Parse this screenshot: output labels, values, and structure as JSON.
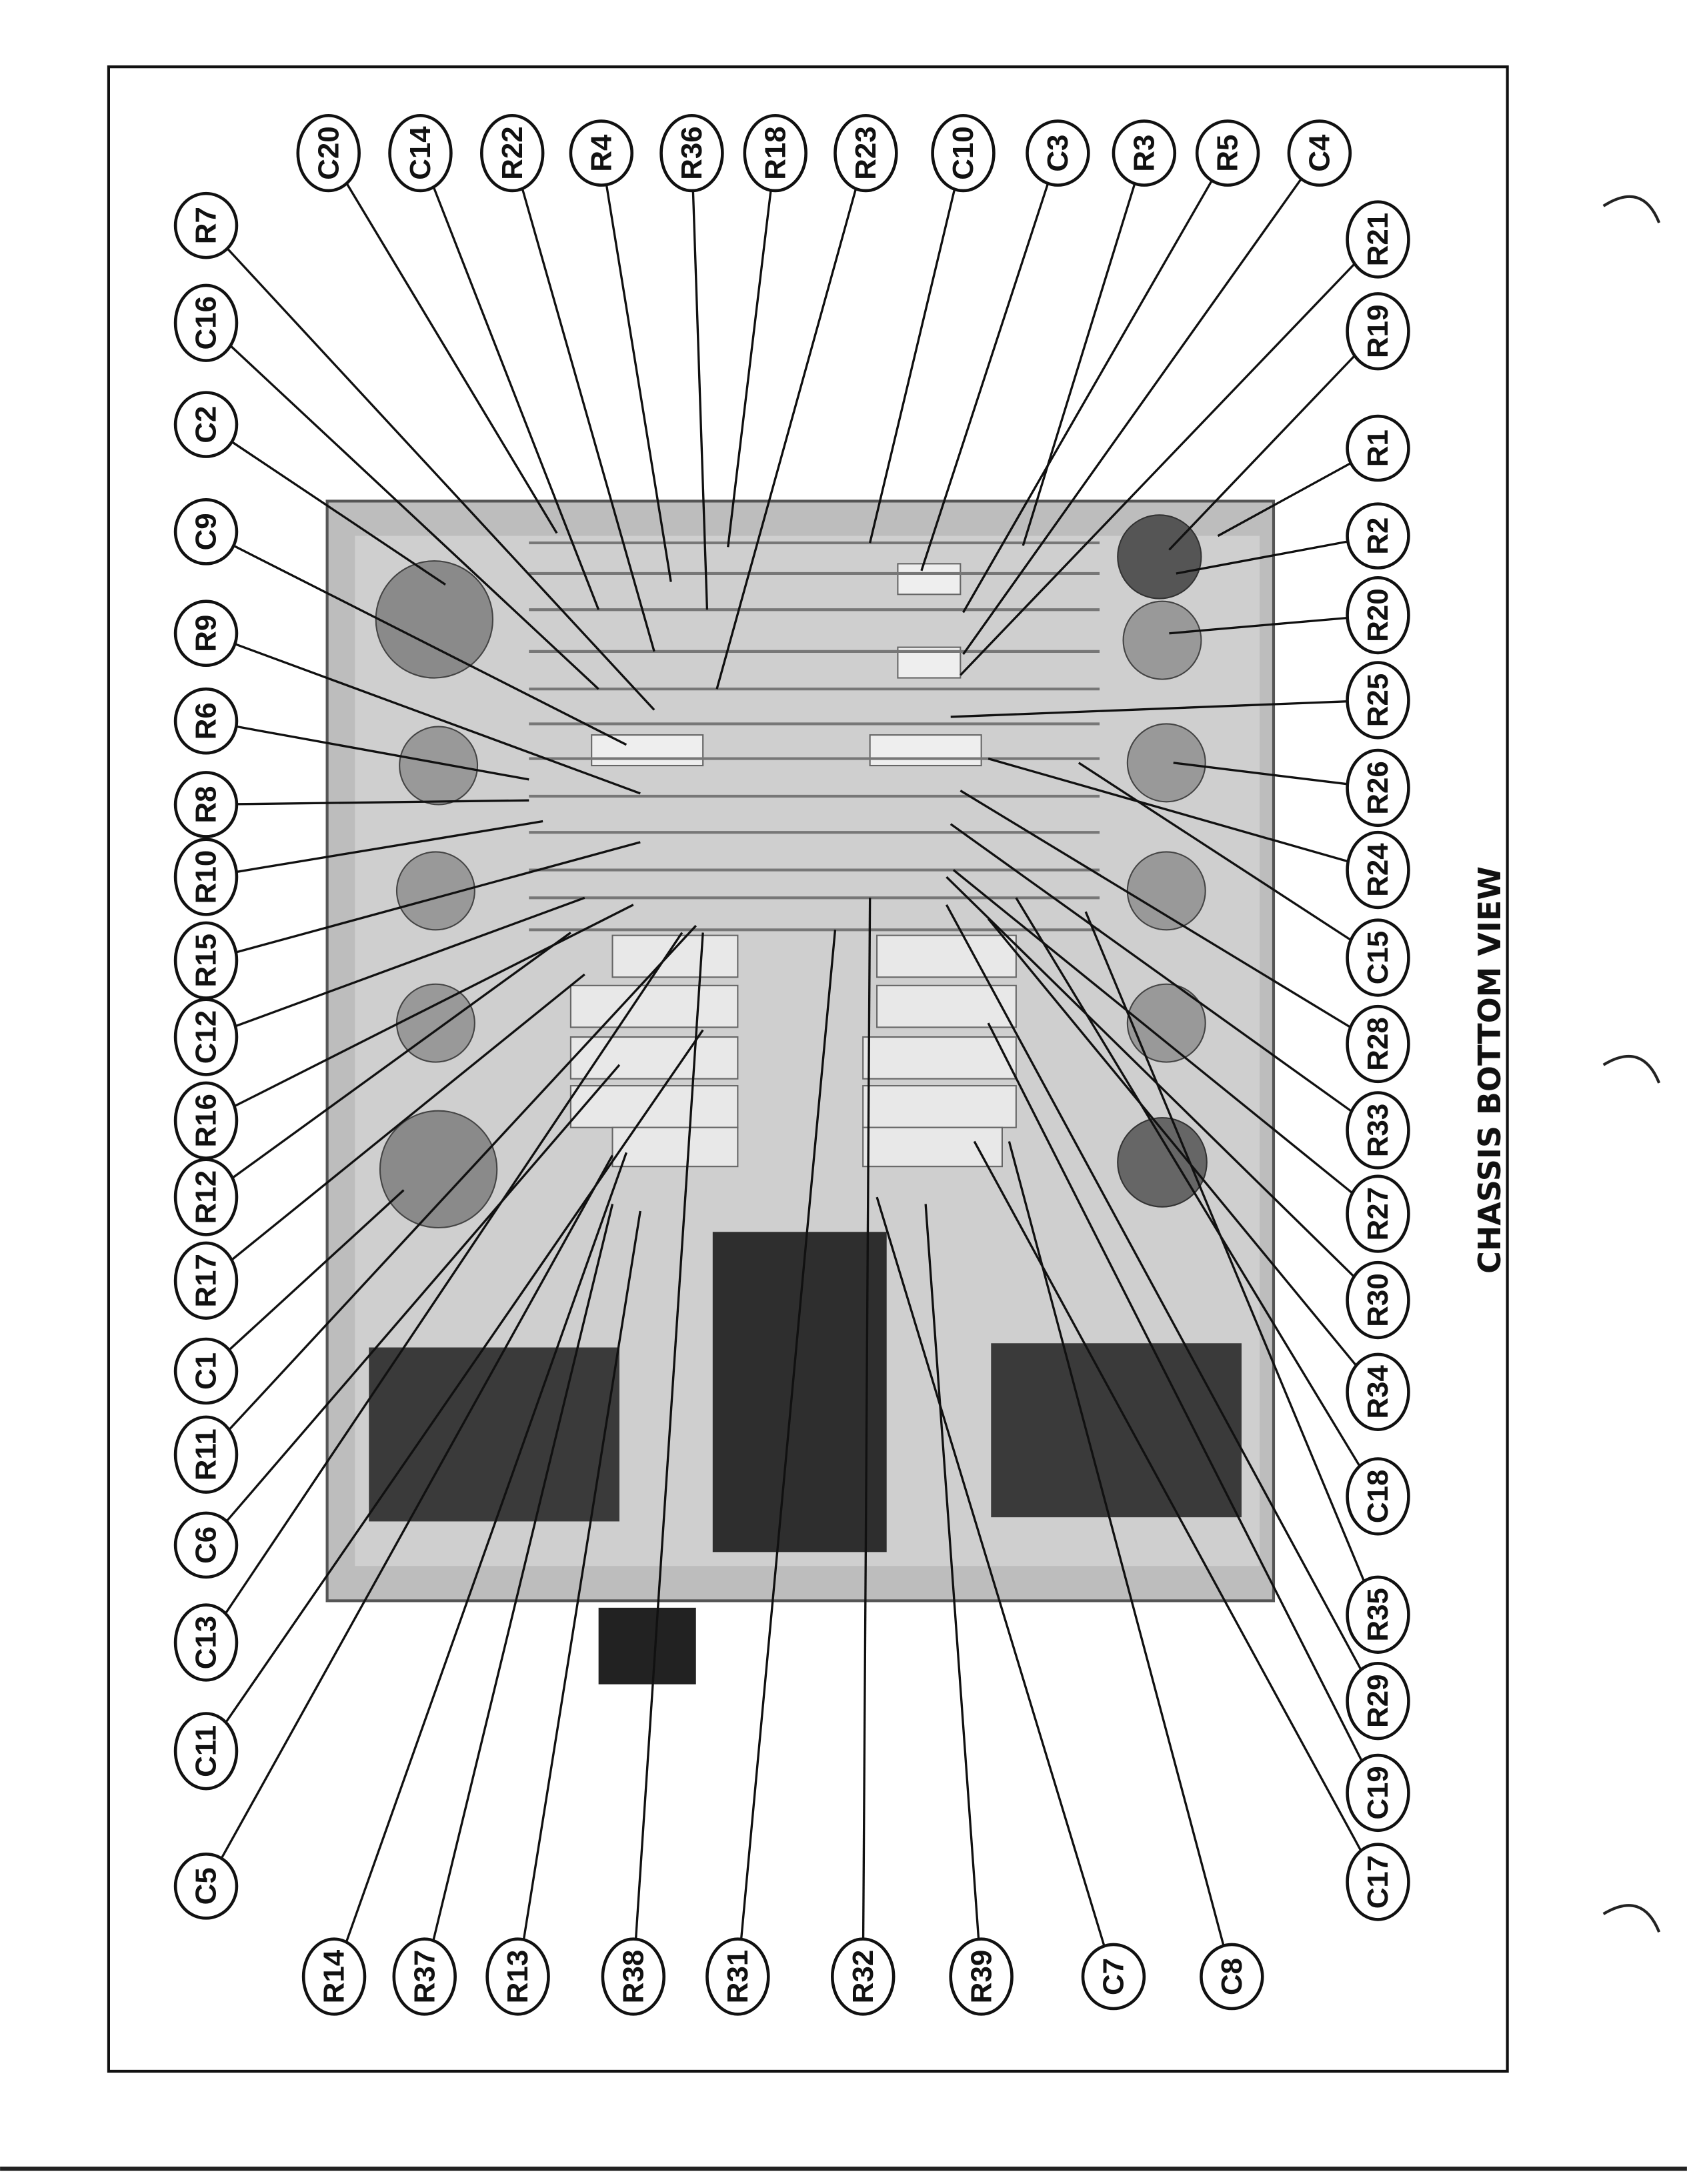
{
  "title": "CHASSIS BOTTOM VIEW",
  "callouts": {
    "top": [
      "C20",
      "C14",
      "R22",
      "R4",
      "R36",
      "R18",
      "R23",
      "C10",
      "C3",
      "R3",
      "R5",
      "C4"
    ],
    "right": [
      "R21",
      "R19",
      "R1",
      "R2",
      "R20",
      "R25",
      "R26",
      "R24",
      "C15",
      "R28",
      "R33",
      "R27",
      "R30",
      "R34",
      "C18",
      "R35",
      "R29",
      "C19",
      "C17"
    ],
    "bottom": [
      "R14",
      "R37",
      "R13",
      "R38",
      "R31",
      "R32",
      "R39",
      "C7",
      "C8"
    ],
    "left": [
      "R7",
      "C16",
      "C2",
      "C9",
      "R9",
      "R6",
      "R8",
      "R10",
      "R15",
      "C12",
      "R16",
      "R12",
      "R17",
      "C1",
      "R11",
      "C6",
      "C13",
      "C11",
      "C5"
    ]
  }
}
